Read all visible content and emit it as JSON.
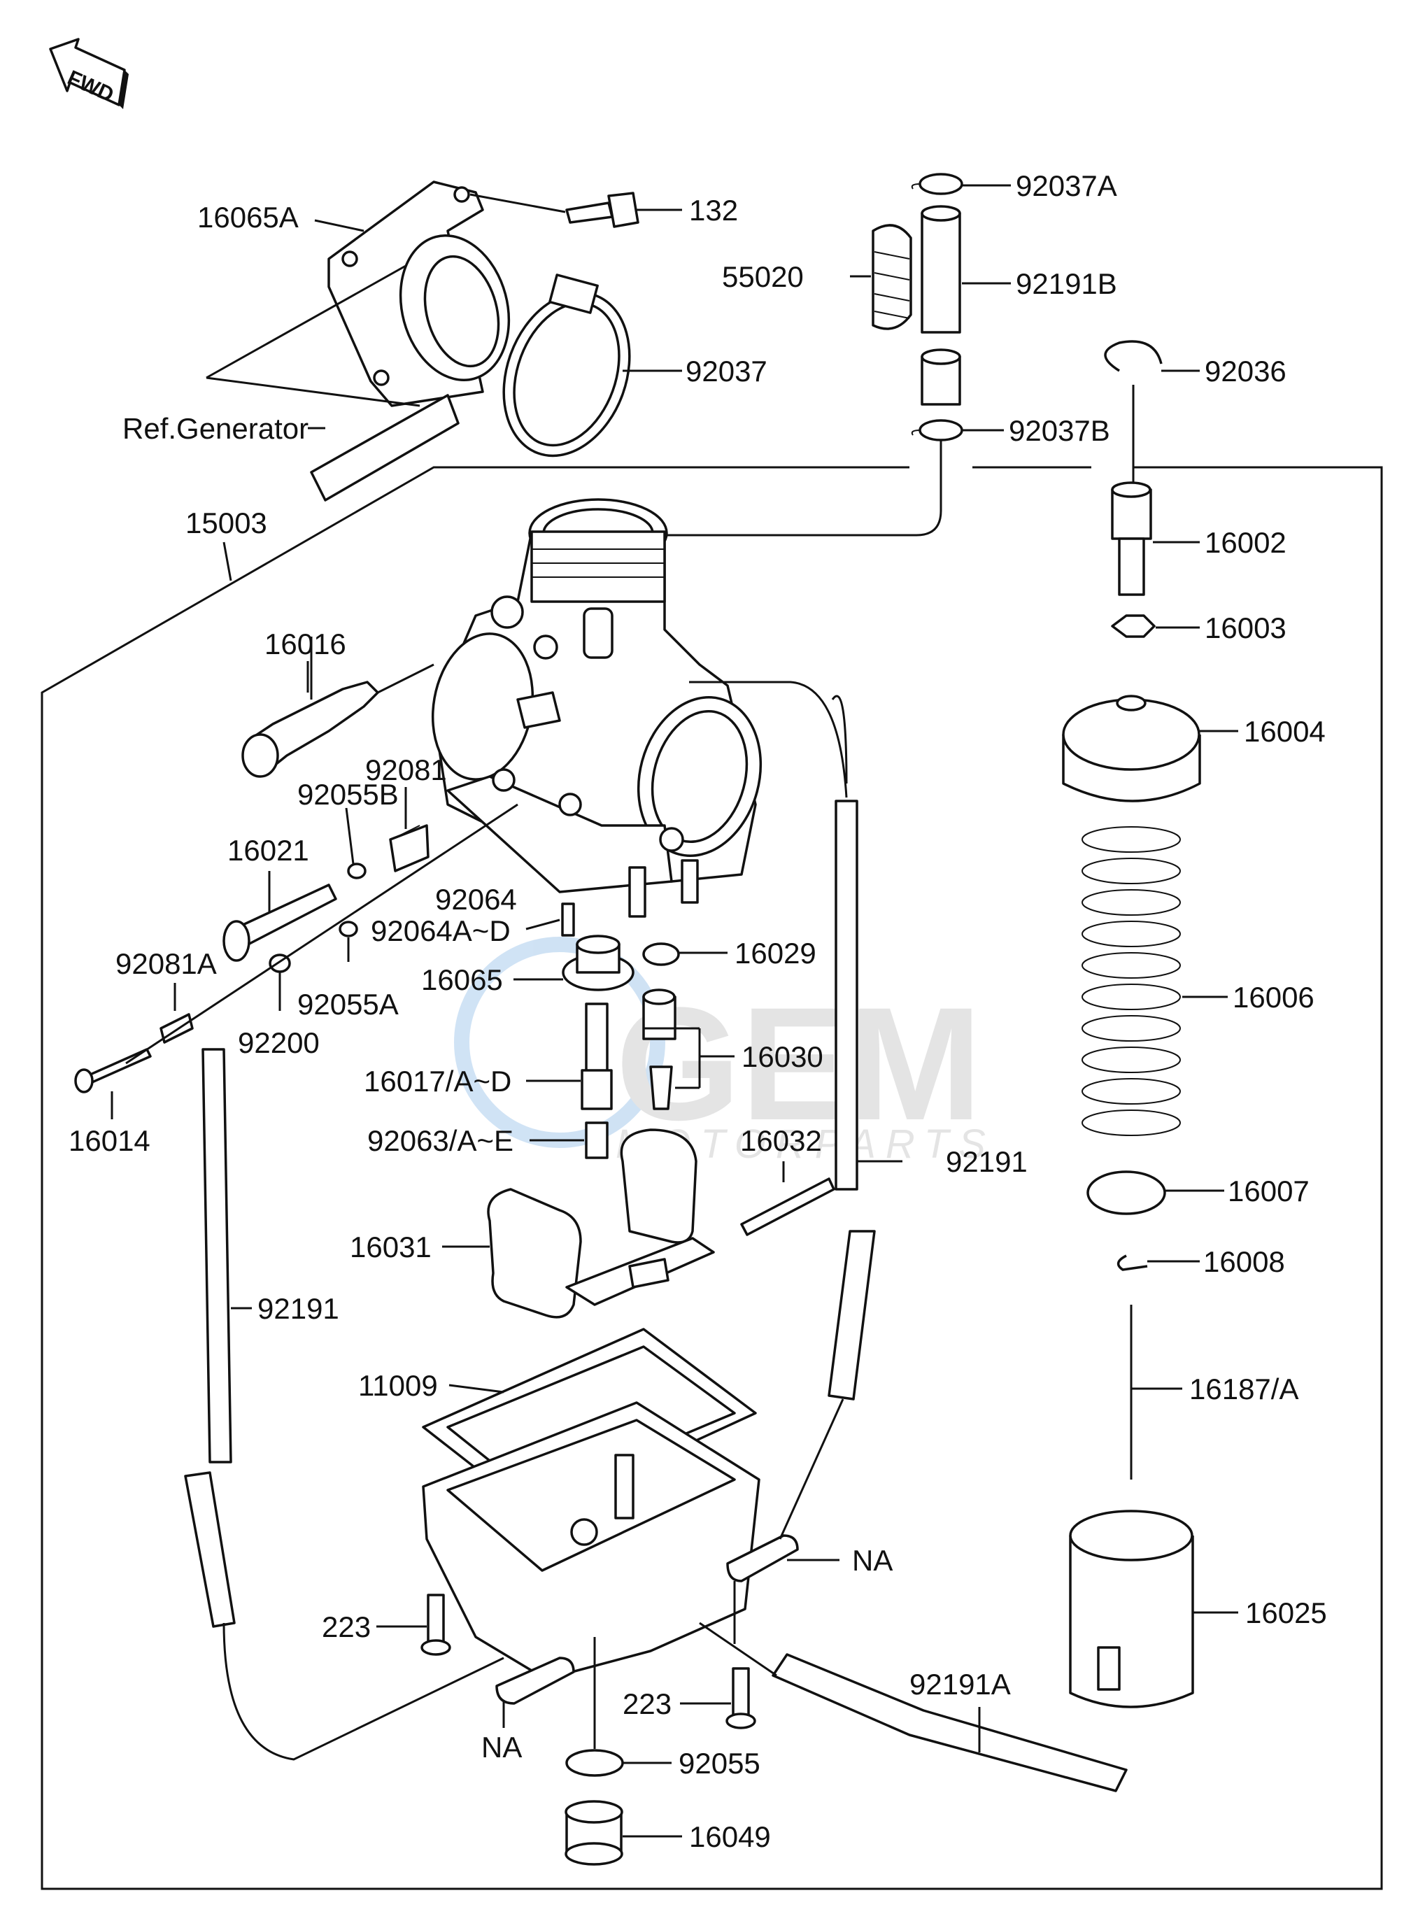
{
  "fwd_arrow_label": "FWD",
  "watermark": {
    "brand": "GEM",
    "tagline": "MOTORPARTS"
  },
  "labels": {
    "p16065A": "16065A",
    "p132": "132",
    "p92037": "92037",
    "refGenerator": "Ref.Generator",
    "p15003": "15003",
    "p92037A": "92037A",
    "p55020": "55020",
    "p92191B": "92191B",
    "p92036": "92036",
    "p92037B": "92037B",
    "p16002": "16002",
    "p16003": "16003",
    "p16004": "16004",
    "p16006": "16006",
    "p16007": "16007",
    "p16008": "16008",
    "p16187A": "16187/A",
    "p16025": "16025",
    "p16016": "16016",
    "p92081": "92081",
    "p92055B": "92055B",
    "p16021": "16021",
    "p92064": "92064",
    "p92064AD": "92064A~D",
    "p16029": "16029",
    "p92081A": "92081A",
    "p16065": "16065",
    "p92055A": "92055A",
    "p92200": "92200",
    "p16030": "16030",
    "p16017AD": "16017/A~D",
    "p16014": "16014",
    "p92063AE": "92063/A~E",
    "p16032": "16032",
    "p92191_right": "92191",
    "p16031": "16031",
    "p92191_left": "92191",
    "p11009": "11009",
    "na_right": "NA",
    "p223_left": "223",
    "p223_mid": "223",
    "p92191A": "92191A",
    "na_bottom": "NA",
    "p92055": "92055",
    "p16049": "16049"
  }
}
